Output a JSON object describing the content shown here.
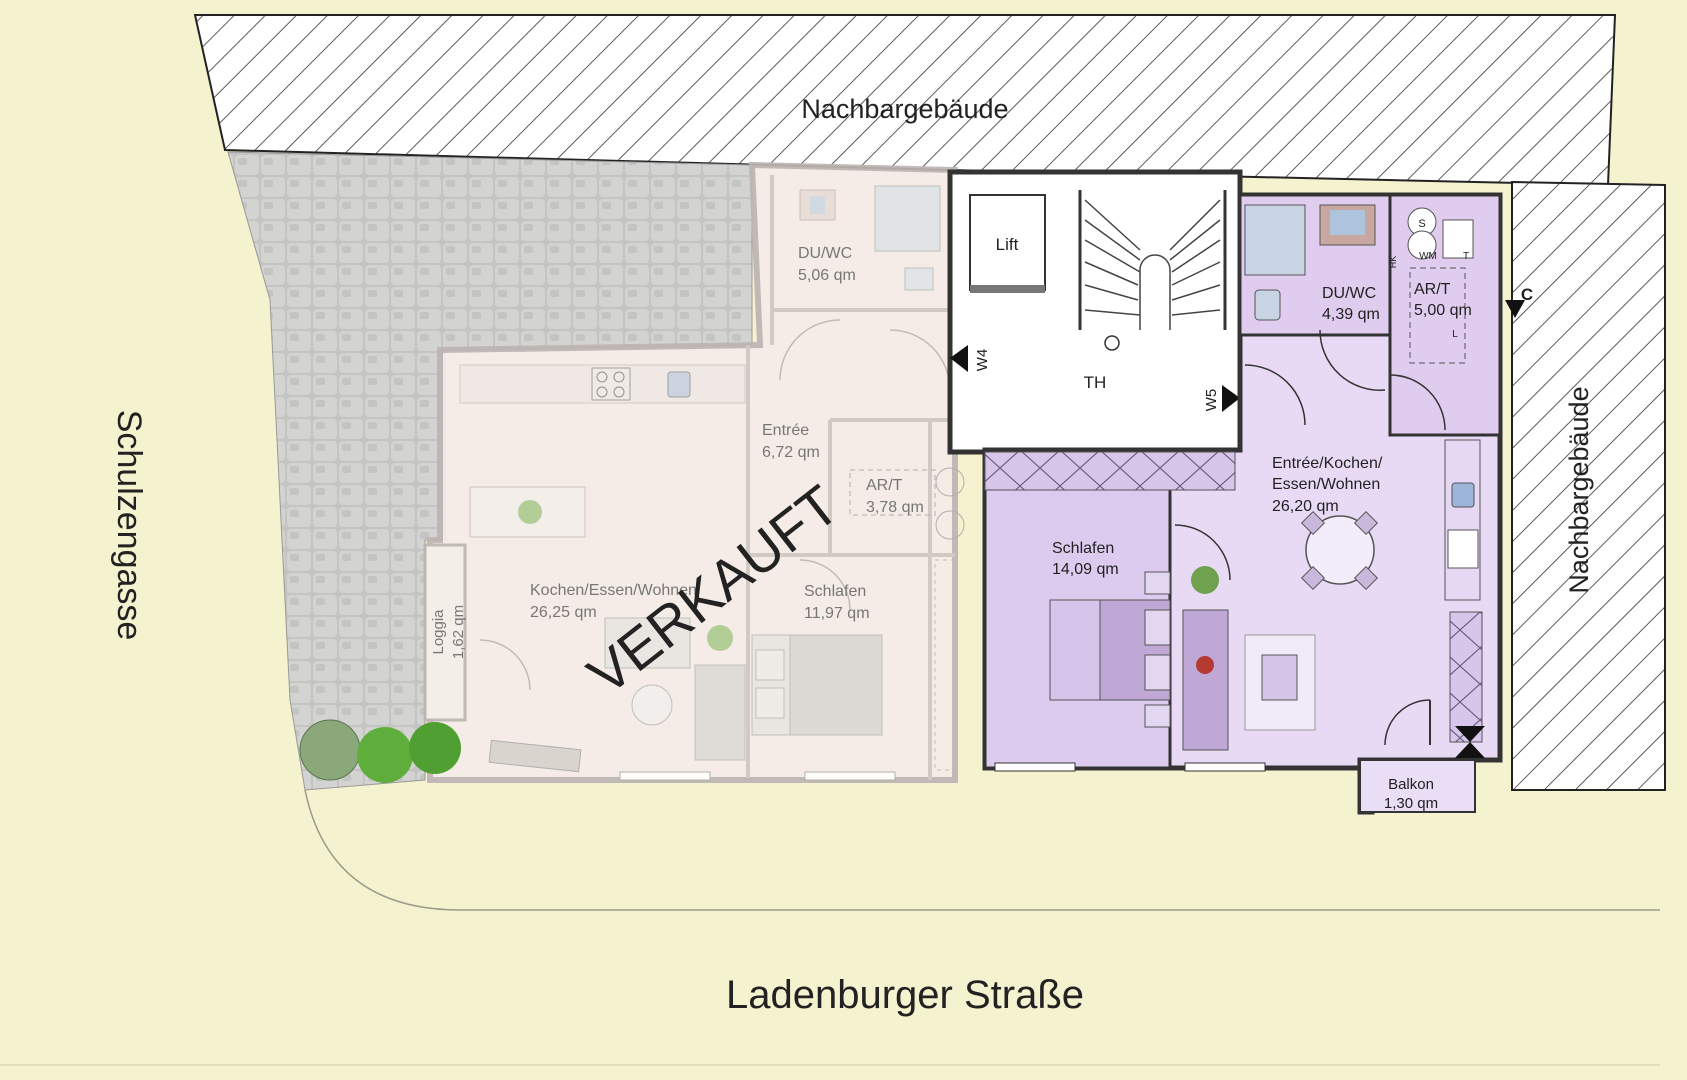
{
  "streets": {
    "bottom": "Ladenburger Straße",
    "left": "Schulzengasse",
    "top_neighbor": "Nachbargebäude",
    "right_neighbor": "Nachbargebäude"
  },
  "sold_stamp": "VERKAUFT",
  "left_unit": {
    "rooms": [
      {
        "name": "DU/WC",
        "area": "5,06 qm"
      },
      {
        "name": "Entrée",
        "area": "6,72 qm"
      },
      {
        "name": "AR/T",
        "area": "3,78 qm"
      },
      {
        "name": "Kochen/Essen/Wohnen",
        "area": "26,25 qm"
      },
      {
        "name": "Schlafen",
        "area": "11,97 qm"
      },
      {
        "name": "Loggia",
        "area": "1,62 qm"
      }
    ]
  },
  "core": {
    "lift": "Lift",
    "stair_hall": "TH",
    "window_marks": [
      "W4",
      "W5"
    ]
  },
  "right_unit": {
    "rooms": [
      {
        "name": "DU/WC",
        "area": "4,39 qm"
      },
      {
        "name": "AR/T",
        "area": "5,00 qm"
      },
      {
        "name_lines": [
          "Entrée/Kochen/",
          "Essen/Wohnen"
        ],
        "area": "26,20 qm"
      },
      {
        "name": "Schlafen",
        "area": "14,09 qm"
      },
      {
        "name": "Balkon",
        "area": "1,30 qm"
      }
    ]
  },
  "section_mark": "C",
  "fixture_labels": {
    "shower": "S",
    "wm": "WM",
    "t": "T",
    "l": "L",
    "hk": "HK"
  },
  "colors": {
    "road": "#f5f2cf",
    "paving": "#c9cac8",
    "right_unit_fill": "#e9dcf4",
    "right_unit_room": "#dcc9ee",
    "left_unit_fill": "#f6efee",
    "core_fill": "#ffffff",
    "hatch": "#333333"
  }
}
